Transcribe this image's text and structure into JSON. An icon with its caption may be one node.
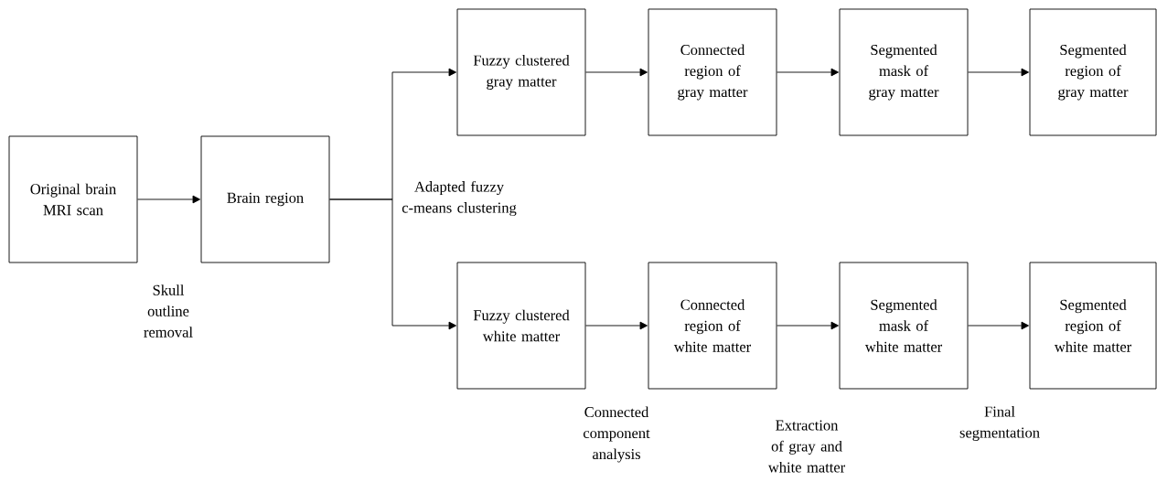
{
  "diagram": {
    "nodes": [
      {
        "text": [
          "Original brain MRI scan"
        ]
      },
      {
        "text": [
          "Brain region"
        ]
      },
      {
        "text": [
          "Fuzzy clustered gray matter"
        ]
      },
      {
        "text": [
          "Connected region of gray matter"
        ]
      },
      {
        "text": [
          "Segmented mask of gray matter"
        ]
      },
      {
        "text": [
          "Segmented region of gray matter"
        ]
      },
      {
        "text": [
          "Fuzzy clustered white matter"
        ]
      },
      {
        "text": [
          "Connected region of white matter"
        ]
      },
      {
        "text": [
          "Segmented mask of white matter"
        ]
      },
      {
        "text": [
          "Segmented region of white matter"
        ]
      }
    ],
    "edges": [
      {
        "from": 0,
        "to": 1,
        "arrow": "to"
      },
      {
        "from": 1,
        "to": 2,
        "arrow": "to"
      },
      {
        "from": 1,
        "to": 6,
        "arrow": "to"
      },
      {
        "from": 2,
        "to": 3,
        "arrow": "to"
      },
      {
        "from": 3,
        "to": 4,
        "arrow": "to"
      },
      {
        "from": 4,
        "to": 5,
        "arrow": "to"
      },
      {
        "from": 6,
        "to": 7,
        "arrow": "to"
      },
      {
        "from": 7,
        "to": 8,
        "arrow": "to"
      },
      {
        "from": 8,
        "to": 9,
        "arrow": "to"
      }
    ],
    "labels": [
      "Skull outline removal",
      "Adapted fuzzy c-means clustering",
      "Connected component analysis",
      "Extraction of gray and white matter",
      "Final segmentation"
    ]
  }
}
